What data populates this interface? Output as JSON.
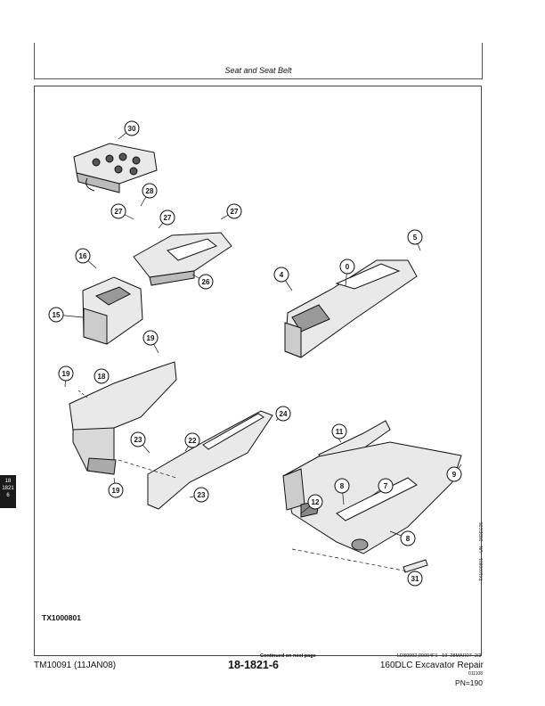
{
  "header": {
    "section_title": "Seat and Seat Belt"
  },
  "figure": {
    "figure_id": "TX1000801",
    "rotated_caption": "TX1000801 —UN—15DEC05",
    "callouts": [
      "30",
      "28",
      "27",
      "27",
      "27",
      "16",
      "15",
      "26",
      "5",
      "4",
      "0",
      "19",
      "19",
      "18",
      "23",
      "22",
      "24",
      "11",
      "9",
      "7",
      "8",
      "12",
      "23",
      "19",
      "8",
      "31"
    ]
  },
  "side_tab": {
    "line1": "18",
    "line2": "1821",
    "line3": "6"
  },
  "footer": {
    "continued": "Continued on next page",
    "doc_code": "LD30992,00004F1   –19–28MAR07–2/3",
    "left": "TM10091 (11JAN08)",
    "center": "18-1821-6",
    "right": "160DLC Excavator Repair",
    "small_number": "011108",
    "page_number": "PN=190"
  }
}
